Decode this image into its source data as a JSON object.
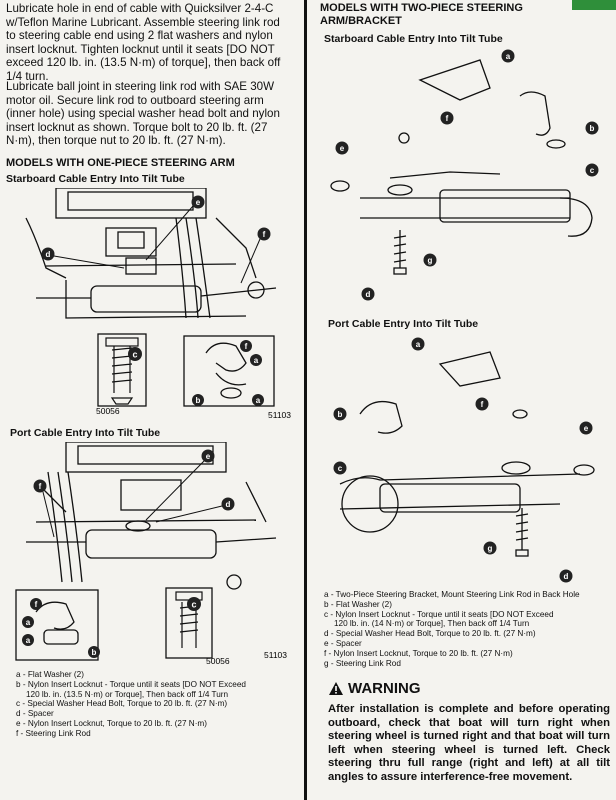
{
  "intro": {
    "p1": "Lubricate hole in end of cable with Quicksilver 2-4-C w/Teflon Marine Lubricant. Assemble steering link rod to steering cable end using 2 flat washers and nylon insert locknut. Tighten locknut until it seats [DO NOT exceed 120 lb. in. (13.5 N·m) of torque], then back off 1/4 turn.",
    "p2": "Lubricate ball joint in steering link rod with SAE 30W motor oil. Secure link rod to outboard steering arm (inner hole) using special washer head bolt and nylon insert locknut as shown. Torque bolt to 20 lb. ft. (27 N·m), then torque nut to 20 lb. ft. (27 N·m)."
  },
  "one_piece": {
    "heading": "MODELS WITH ONE-PIECE STEERING ARM",
    "starboard_title": "Starboard Cable Entry Into Tilt Tube",
    "fig1_num_a": "50056",
    "fig1_num_b": "51103",
    "port_title": "Port Cable Entry Into Tilt Tube",
    "fig2_num_a": "50056",
    "fig2_num_b": "51103",
    "legend": [
      "a - Flat Washer (2)",
      "b - Nylon Insert Locknut - Torque until it seats [DO NOT Exceed",
      "     120 lb. in. (13.5 N·m) or Torque], Then back off 1/4 Turn",
      "c - Special Washer Head Bolt, Torque to 20 lb. ft. (27 N·m)",
      "d - Spacer",
      "e - Nylon Insert Locknut, Torque to 20 lb. ft. (27 N·m)",
      "f - Steering Link Rod"
    ]
  },
  "two_piece": {
    "heading_line1": "MODELS WITH TWO-PIECE STEERING",
    "heading_line2": "ARM/BRACKET",
    "starboard_title": "Starboard Cable Entry Into Tilt Tube",
    "port_title": "Port Cable Entry Into Tilt Tube",
    "legend": [
      "a - Two-Piece Steering Bracket, Mount Steering Link Rod in Back Hole",
      "b - Flat Washer (2)",
      "c - Nylon Insert Locknut - Torque until it seats [DO NOT Exceed",
      "     120 lb. in. (14 N·m) or Torque], Then back off 1/4 Turn",
      "d - Special Washer Head Bolt, Torque to 20 lb. ft. (27 N·m)",
      "e - Spacer",
      "f - Nylon Insert Locknut, Torque to 20 lb. ft. (27 N·m)",
      "g - Steering Link Rod"
    ]
  },
  "warning": {
    "title": "WARNING",
    "text": "After installation is complete and before operating outboard, check that boat will turn right when steering wheel is turned right and that boat will turn left when steering wheel is turned left. Check steering thru full range (right and left) at all tilt angles to assure interference-free movement."
  },
  "callouts": [
    "a",
    "b",
    "c",
    "d",
    "e",
    "f",
    "g"
  ]
}
